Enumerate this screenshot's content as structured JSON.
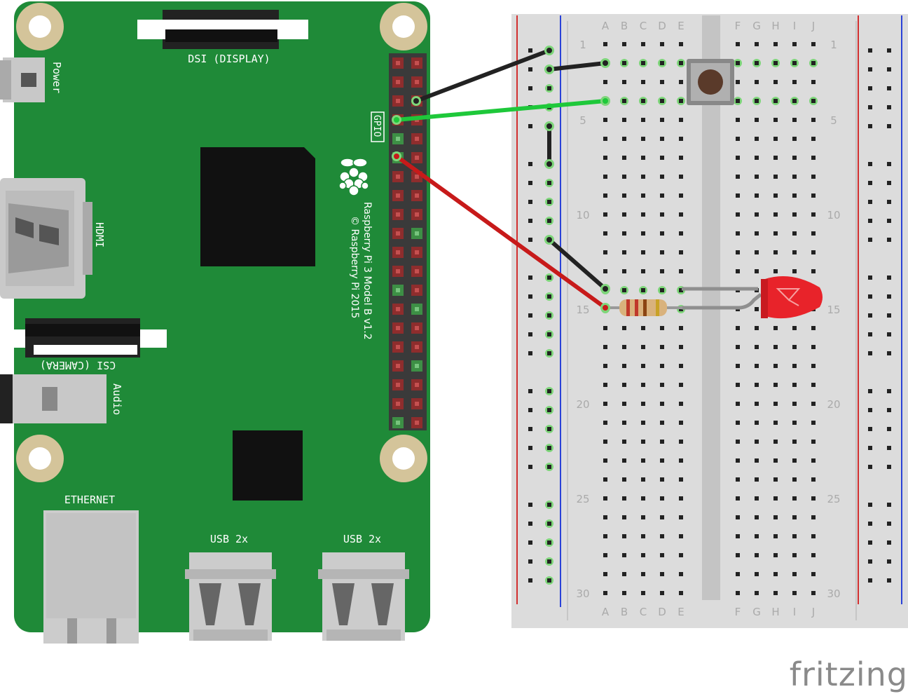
{
  "board": {
    "display_label": "DSI (DISPLAY)",
    "power_label": "Power",
    "gpio_label": "GPIO",
    "hdmi_label": "HDMI",
    "camera_label": "CSI (CAMERA)",
    "audio_label": "Audio",
    "ethernet_label": "ETHERNET",
    "usb_label_1": "USB 2x",
    "usb_label_2": "USB 2x",
    "model_line_1": "Raspberry Pi 3 Model B v1.2",
    "model_line_2": "© Raspberry Pi 2015"
  },
  "breadboard": {
    "columns_left": [
      "A",
      "B",
      "C",
      "D",
      "E"
    ],
    "columns_right": [
      "F",
      "G",
      "H",
      "I",
      "J"
    ],
    "row_numbers": [
      "1",
      "5",
      "10",
      "15",
      "20",
      "25",
      "30"
    ]
  },
  "brand": {
    "logo_text": "fritzing"
  },
  "colors": {
    "pcb_green": "#1f8a38",
    "wire_black": "#222222",
    "wire_green": "#1ec83a",
    "wire_red": "#c71a1a",
    "led_red": "#e8232a",
    "rail_red": "#d22f2f",
    "rail_blue": "#2a42d8"
  }
}
